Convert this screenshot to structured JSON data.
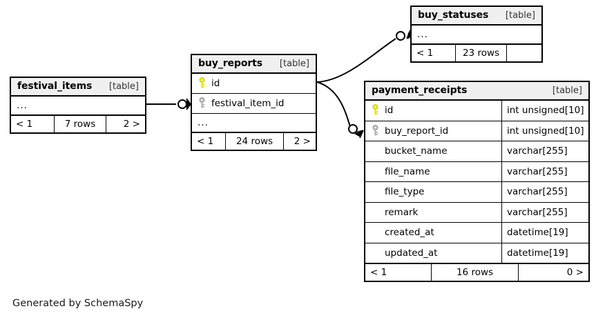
{
  "diagram": {
    "kind_label": "[table]",
    "ellipsis": "...",
    "caption": "Generated by SchemaSpy",
    "colors": {
      "primary_key": "#e6e600",
      "foreign_key": "#b3b3b3",
      "header_bg": "#f0f0f0",
      "border": "#000000",
      "background": "#ffffff"
    }
  },
  "tables": [
    {
      "id": "festival_items",
      "name": "festival_items",
      "kind": "[table]",
      "columns": [],
      "has_ellipsis_row": true,
      "footer": {
        "prev": "< 1",
        "rows": "7 rows",
        "next": "2 >"
      }
    },
    {
      "id": "buy_reports",
      "name": "buy_reports",
      "kind": "[table]",
      "columns": [
        {
          "name": "id",
          "key": "primary",
          "type": ""
        },
        {
          "name": "festival_item_id",
          "key": "foreign",
          "type": ""
        }
      ],
      "has_ellipsis_row": true,
      "footer": {
        "prev": "< 1",
        "rows": "24 rows",
        "next": "2 >"
      }
    },
    {
      "id": "buy_statuses",
      "name": "buy_statuses",
      "kind": "[table]",
      "columns": [],
      "has_ellipsis_row": true,
      "footer": {
        "prev": "< 1",
        "rows": "23 rows",
        "next": ""
      }
    },
    {
      "id": "payment_receipts",
      "name": "payment_receipts",
      "kind": "[table]",
      "columns": [
        {
          "name": "id",
          "key": "primary",
          "type": "int unsigned[10]"
        },
        {
          "name": "buy_report_id",
          "key": "foreign",
          "type": "int unsigned[10]"
        },
        {
          "name": "bucket_name",
          "key": "none",
          "type": "varchar[255]"
        },
        {
          "name": "file_name",
          "key": "none",
          "type": "varchar[255]"
        },
        {
          "name": "file_type",
          "key": "none",
          "type": "varchar[255]"
        },
        {
          "name": "remark",
          "key": "none",
          "type": "varchar[255]"
        },
        {
          "name": "created_at",
          "key": "none",
          "type": "datetime[19]"
        },
        {
          "name": "updated_at",
          "key": "none",
          "type": "datetime[19]"
        }
      ],
      "has_ellipsis_row": false,
      "footer": {
        "prev": "< 1",
        "rows": "16 rows",
        "next": "0 >"
      }
    }
  ],
  "relationships": [
    {
      "from": "festival_items",
      "to": "buy_reports",
      "to_column": "festival_item_id",
      "notation": "zero-or-many"
    },
    {
      "from": "buy_reports",
      "to": "buy_statuses",
      "to_column": "...",
      "notation": "zero-or-many"
    },
    {
      "from": "buy_reports",
      "to": "payment_receipts",
      "to_column": "buy_report_id",
      "notation": "zero-or-many"
    }
  ]
}
